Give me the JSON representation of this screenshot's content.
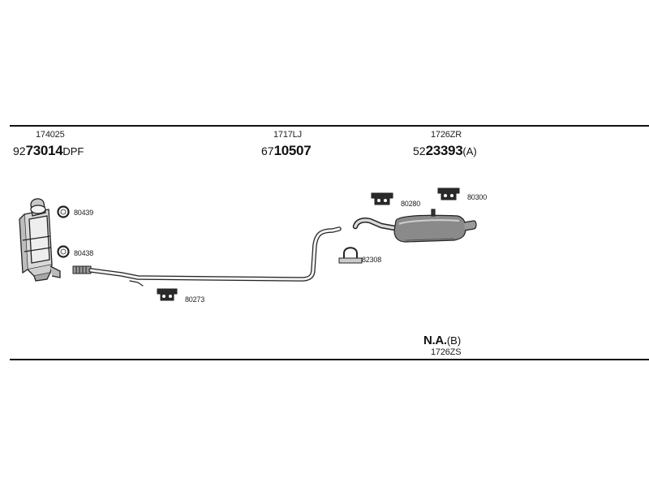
{
  "sections": [
    {
      "small_code": "174025",
      "prefix": "92",
      "main": "73014",
      "suffix": "DPF"
    },
    {
      "small_code": "1717LJ",
      "prefix": "67",
      "main": "10507",
      "suffix": ""
    },
    {
      "small_code": "1726ZR",
      "prefix": "52",
      "main": "23393",
      "suffix": "(A)"
    }
  ],
  "not_available": {
    "main": "N.A.",
    "suffix": "(B)",
    "code": "1726ZS"
  },
  "parts": {
    "ring_80439": "80439",
    "ring_80438": "80438",
    "hanger_80273": "80273",
    "hanger_80280": "80280",
    "hanger_80300": "80300",
    "clamp_82308": "82308"
  }
}
